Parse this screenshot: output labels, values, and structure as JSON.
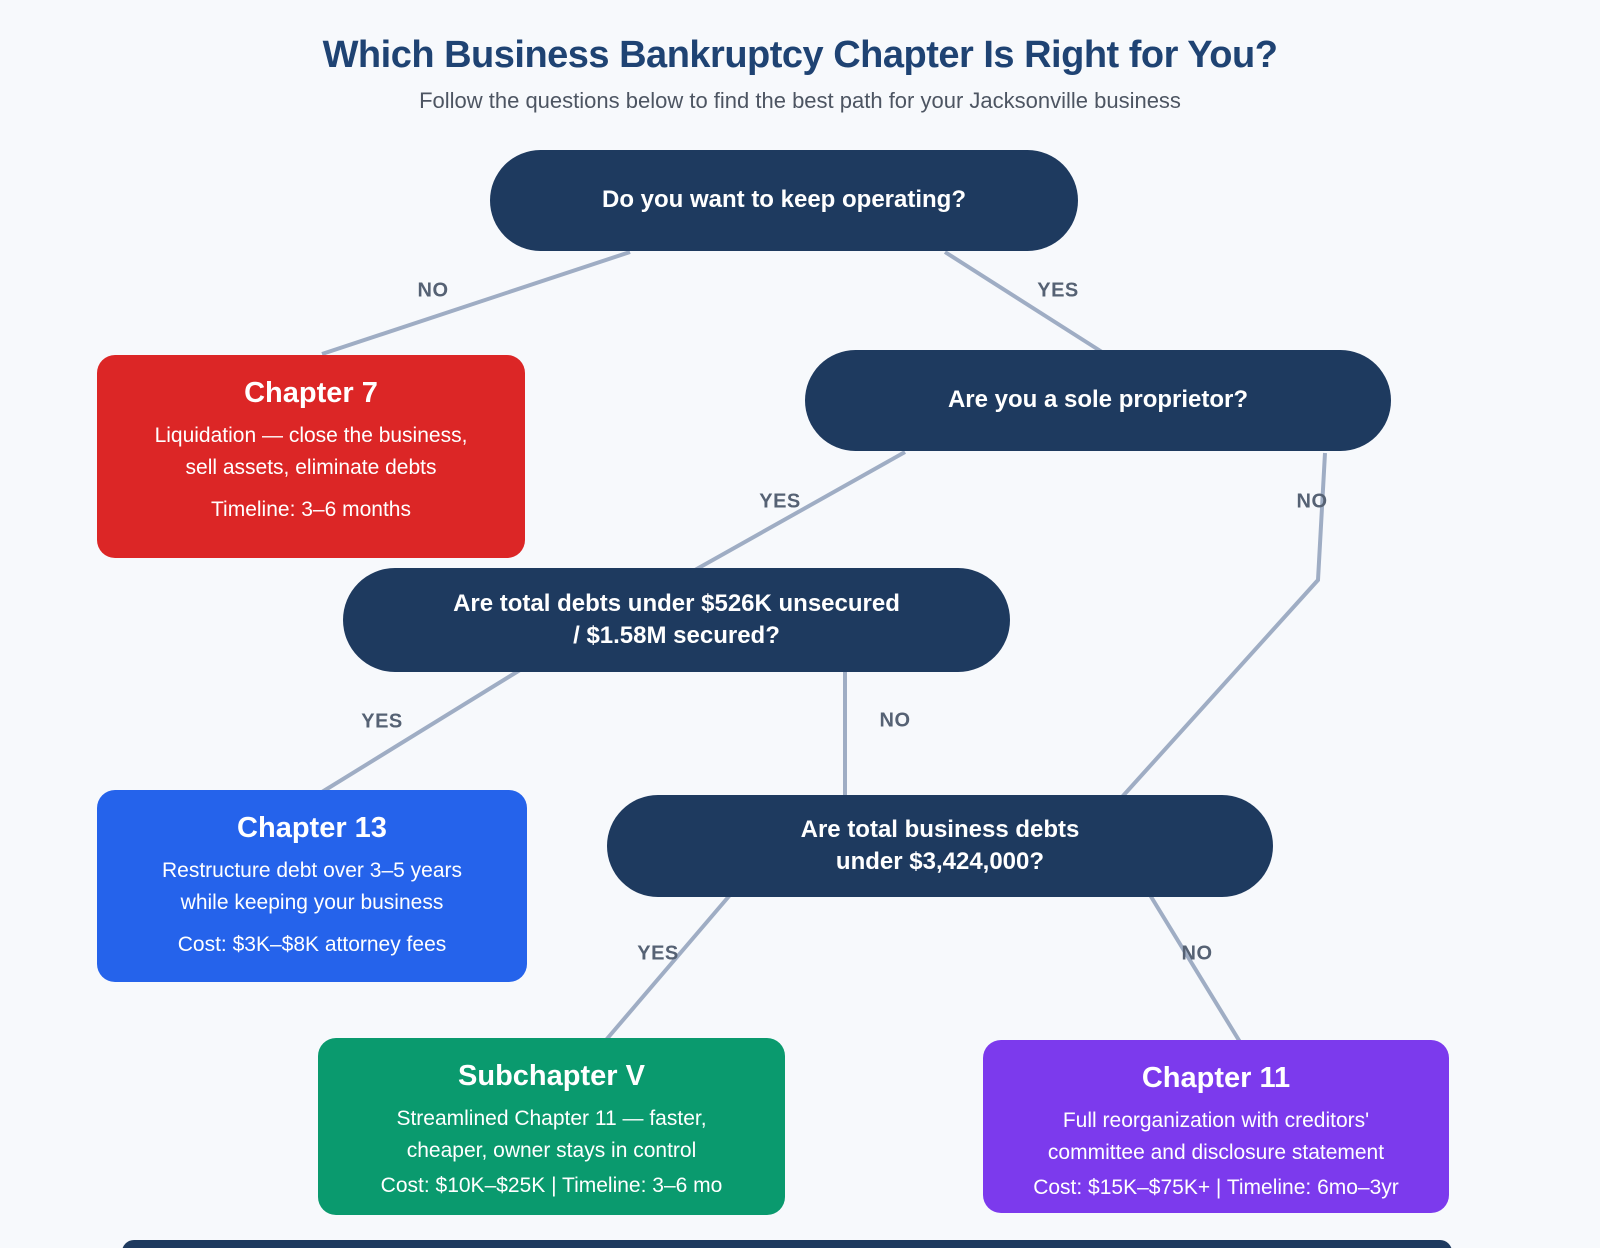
{
  "header": {
    "title": "Which Business Bankruptcy Chapter Is Right for You?",
    "subtitle": "Follow the questions below to find the best path for your Jacksonville business"
  },
  "questions": {
    "keep_operating": {
      "text": "Do you want to keep operating?"
    },
    "sole_proprietor": {
      "text": "Are you a sole proprietor?"
    },
    "debt_limits": {
      "text": "Are total debts under $526K unsecured\n/ $1.58M secured?"
    },
    "business_debt_cap": {
      "text": "Are total business debts\nunder $3,424,000?"
    }
  },
  "outcomes": {
    "chapter7": {
      "title": "Chapter 7",
      "description": "Liquidation — close the business,\nsell assets, eliminate debts",
      "meta": "Timeline: 3–6 months",
      "color": "#dc2626"
    },
    "chapter13": {
      "title": "Chapter 13",
      "description": "Restructure debt over 3–5 years\nwhile keeping your business",
      "meta": "Cost: $3K–$8K attorney fees",
      "color": "#2563eb"
    },
    "subchapter_v": {
      "title": "Subchapter V",
      "description": "Streamlined Chapter 11 — faster,\ncheaper, owner stays in control",
      "meta": "Cost: $10K–$25K | Timeline: 3–6 mo",
      "color": "#0a9a6e"
    },
    "chapter11": {
      "title": "Chapter 11",
      "description": "Full reorganization with creditors'\ncommittee and disclosure statement",
      "meta": "Cost: $15K–$75K+ | Timeline: 6mo–3yr",
      "color": "#7c3aed"
    }
  },
  "edge_labels": {
    "q1_no": "NO",
    "q1_yes": "YES",
    "q2_yes": "YES",
    "q2_no": "NO",
    "q3_yes": "YES",
    "q3_no": "NO",
    "q4_yes": "YES",
    "q4_no": "NO"
  },
  "colors": {
    "background": "#f7f9fc",
    "question_node": "#1e3a5f",
    "connector_line": "#9fadc4",
    "title_text": "#1f4373",
    "subtitle_text": "#4d5562",
    "edge_label_text": "#566274"
  }
}
